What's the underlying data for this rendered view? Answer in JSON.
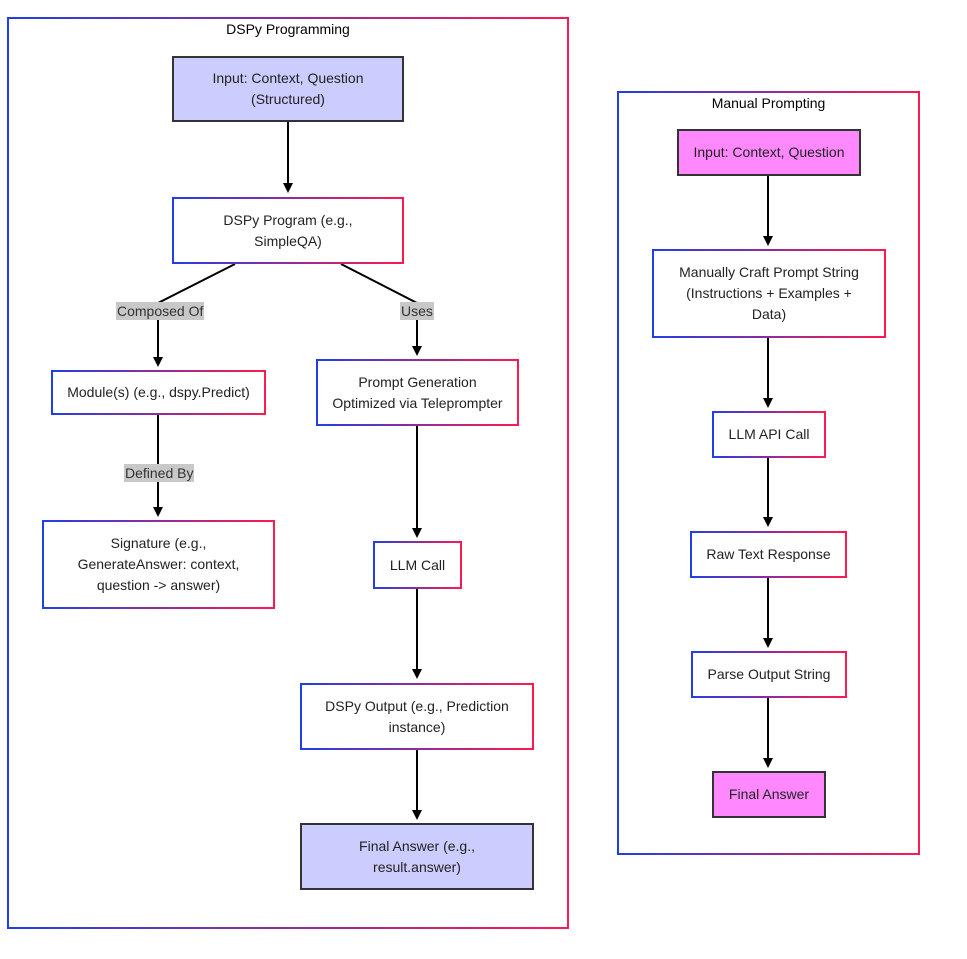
{
  "clusters": {
    "dspy": {
      "title": "DSPy Programming"
    },
    "manual": {
      "title": "Manual Prompting"
    }
  },
  "nodes": {
    "dspy_input": "Input: Context, Question\n(Structured)",
    "dspy_program": "DSPy Program (e.g.,\nSimpleQA)",
    "modules": "Module(s) (e.g., dspy.Predict)",
    "signature": "Signature (e.g.,\nGenerateAnswer: context,\nquestion -> answer)",
    "prompt_gen": "Prompt Generation\nOptimized via Teleprompter",
    "llm_call": "LLM Call",
    "dspy_output": "DSPy Output (e.g., Prediction\ninstance)",
    "dspy_final": "Final Answer (e.g.,\nresult.answer)",
    "manual_input": "Input: Context, Question",
    "craft_prompt": "Manually Craft Prompt String\n(Instructions + Examples +\nData)",
    "llm_api_call": "LLM API Call",
    "raw_text": "Raw Text Response",
    "parse_output": "Parse Output String",
    "manual_final": "Final Answer"
  },
  "edge_labels": {
    "composed_of": "Composed Of",
    "uses": "Uses",
    "defined_by": "Defined By"
  },
  "colors": {
    "gradient_start": "#1f3fe8",
    "gradient_end": "#ff1a4f",
    "dspy_endpoint_fill": "#ccccff",
    "manual_endpoint_fill": "#ff88ff",
    "edge_label_bg": "#c8c8c8"
  }
}
